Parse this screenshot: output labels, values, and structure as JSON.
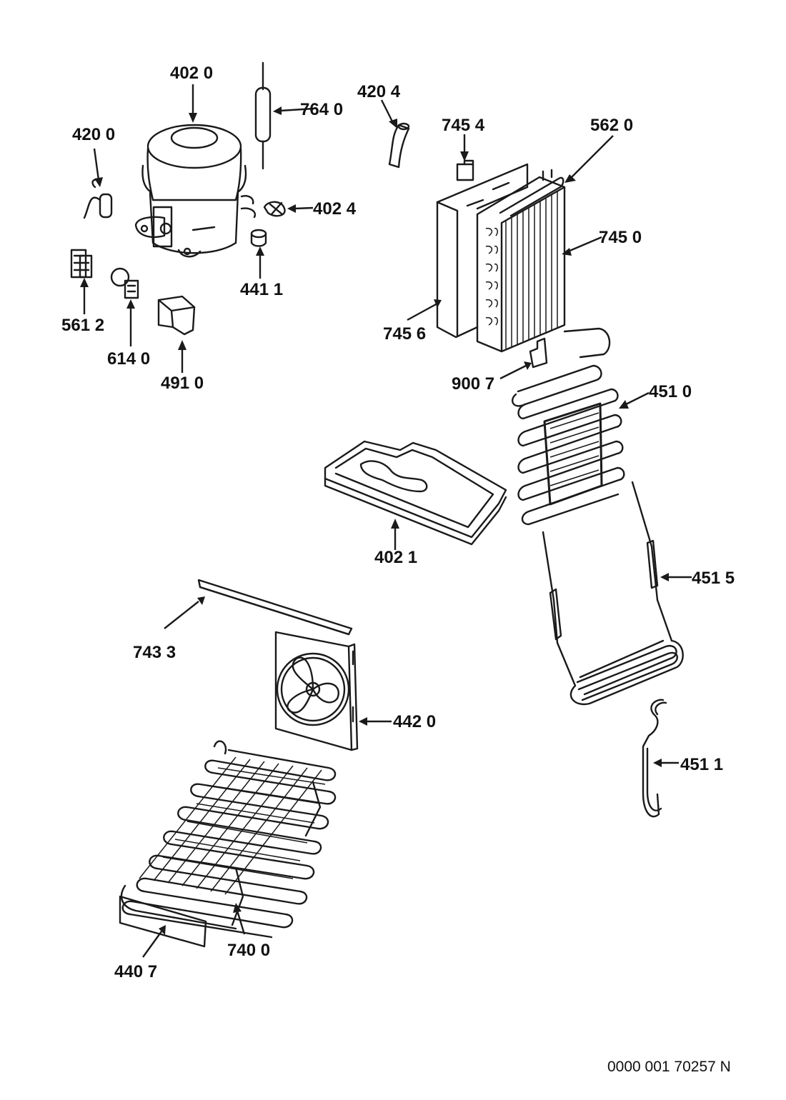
{
  "document_number": "0000 001 70257 N",
  "labels": {
    "compressor": "402 0",
    "starting_capacitor": "420 0",
    "filter_dryer": "764 0",
    "connection_tube": "420 4",
    "compressor_clip": "402 4",
    "grommet": "441 1",
    "relay": "561 2",
    "overload_protector": "614 0",
    "relay_cover": "491 0",
    "defrost_heater_clip": "745 4",
    "suction_capillary": "562 0",
    "evaporator": "745 0",
    "evaporator_cover": "745 6",
    "sensor_clip": "900 7",
    "condenser_coil": "451 0",
    "drip_tray": "402 1",
    "suction_tube": "451 5",
    "gasket_strip": "743 3",
    "fan_assembly": "442 0",
    "discharge_tube": "451 1",
    "condenser": "740 0",
    "insulation_plate": "440 7"
  }
}
